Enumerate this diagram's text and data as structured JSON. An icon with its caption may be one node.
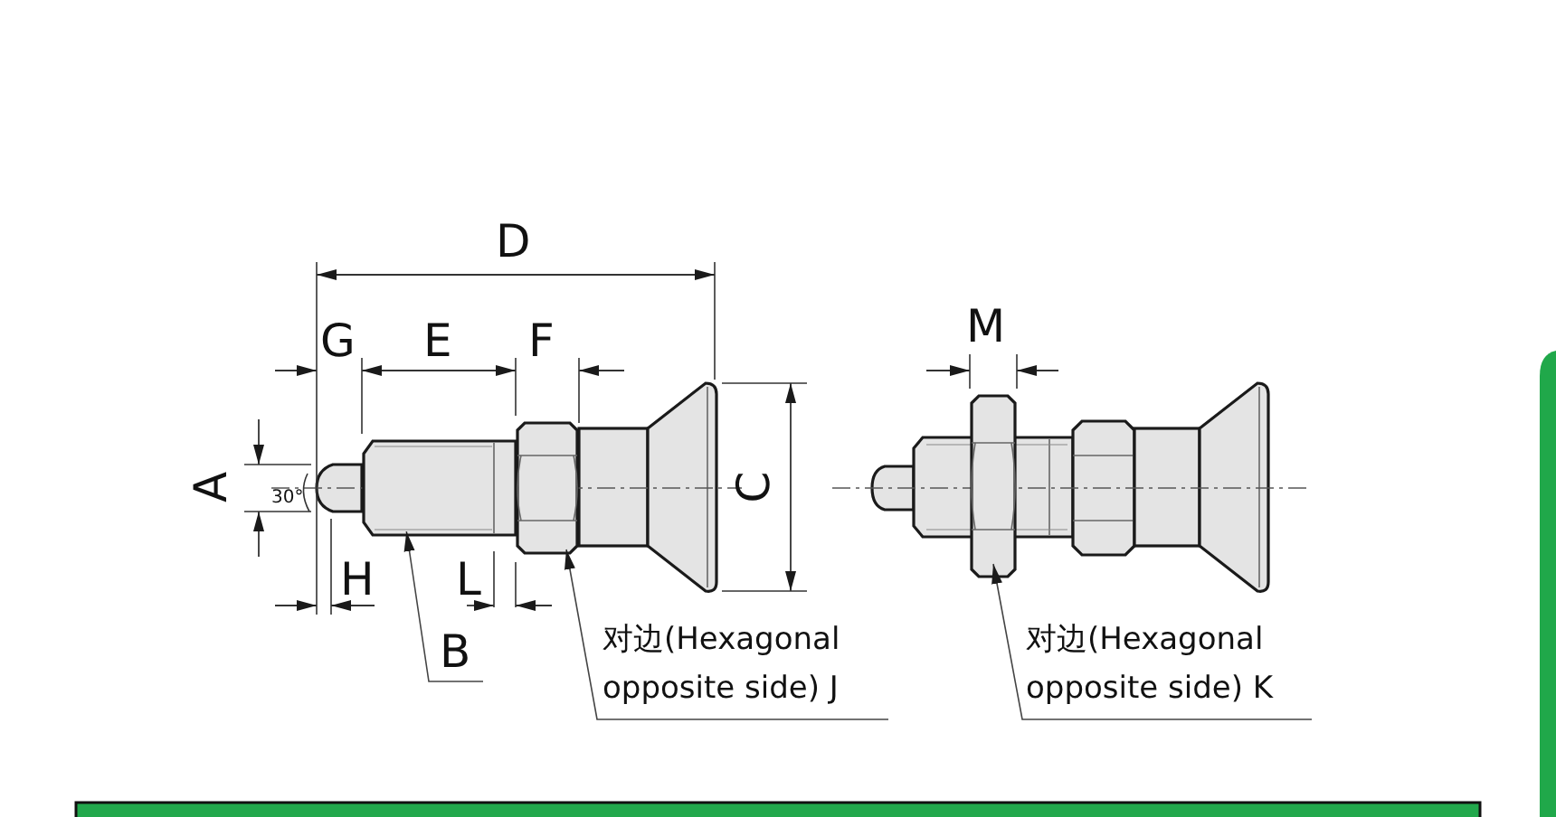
{
  "diagram": {
    "nodes": [
      {
        "text": [
          "B"
        ]
      },
      {
        "text": [],
        "shape": "picture"
      },
      {
        "text": [
          "对边(Hexagonal opposite side) J"
        ]
      },
      {
        "text": [],
        "shape": "picture"
      },
      {
        "text": [
          "对边(Hexagonal opposite side) K"
        ]
      },
      {
        "text": [],
        "shape": "picture"
      }
    ],
    "edges": [
      {
        "from": 0,
        "to": 1,
        "arrow": "to"
      },
      {
        "from": 2,
        "to": 3,
        "arrow": "to"
      },
      {
        "from": 4,
        "to": 5,
        "arrow": "to"
      }
    ],
    "labels": [
      "D",
      "G",
      "E",
      "F",
      "A",
      "30°",
      "C",
      "H",
      "L",
      "M"
    ]
  }
}
